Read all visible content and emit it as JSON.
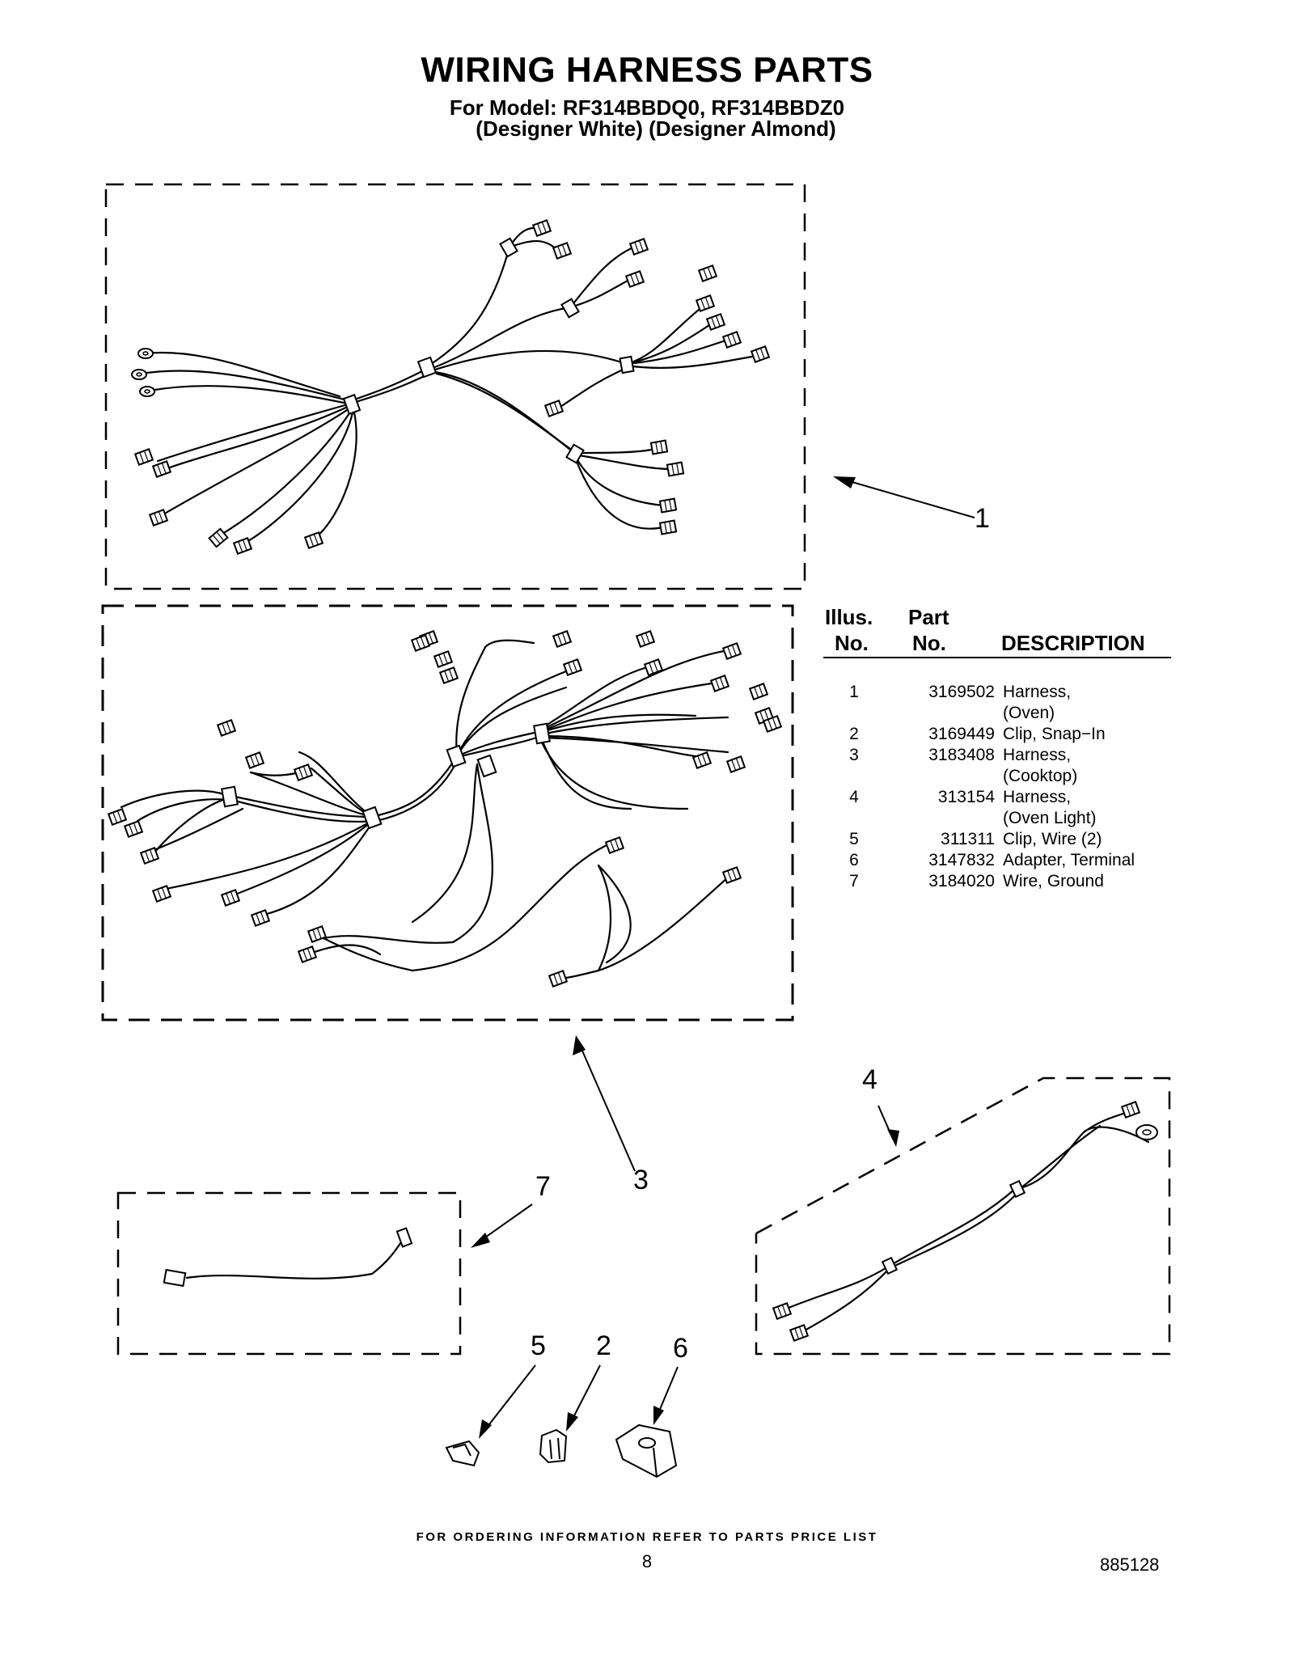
{
  "header": {
    "title": "WIRING HARNESS PARTS",
    "subtitle_line1": "For Model: RF314BBDQ0, RF314BBDZ0",
    "subtitle_line2": "(Designer White) (Designer Almond)"
  },
  "callouts": {
    "c1": "1",
    "c2": "2",
    "c3": "3",
    "c4": "4",
    "c5": "5",
    "c6": "6",
    "c7": "7"
  },
  "parts_table": {
    "headers": {
      "illus_top": "Illus.",
      "illus_bottom": "No.",
      "part_top": "Part",
      "part_bottom": "No.",
      "description": "DESCRIPTION"
    },
    "rows": [
      {
        "illus": "1",
        "part": "3169502",
        "desc": "Harness,",
        "desc2": "(Oven)"
      },
      {
        "illus": "2",
        "part": "3169449",
        "desc": "Clip, Snap−In"
      },
      {
        "illus": "3",
        "part": "3183408",
        "desc": "Harness,",
        "desc2": "(Cooktop)"
      },
      {
        "illus": "4",
        "part": "313154",
        "desc": "Harness,",
        "desc2": "(Oven Light)"
      },
      {
        "illus": "5",
        "part": "311311",
        "desc": "Clip, Wire (2)"
      },
      {
        "illus": "6",
        "part": "3147832",
        "desc": "Adapter, Terminal"
      },
      {
        "illus": "7",
        "part": "3184020",
        "desc": "Wire, Ground"
      }
    ]
  },
  "footer": {
    "ordering_info": "FOR ORDERING INFORMATION REFER TO PARTS PRICE LIST",
    "page_number": "8",
    "doc_number": "885128"
  }
}
